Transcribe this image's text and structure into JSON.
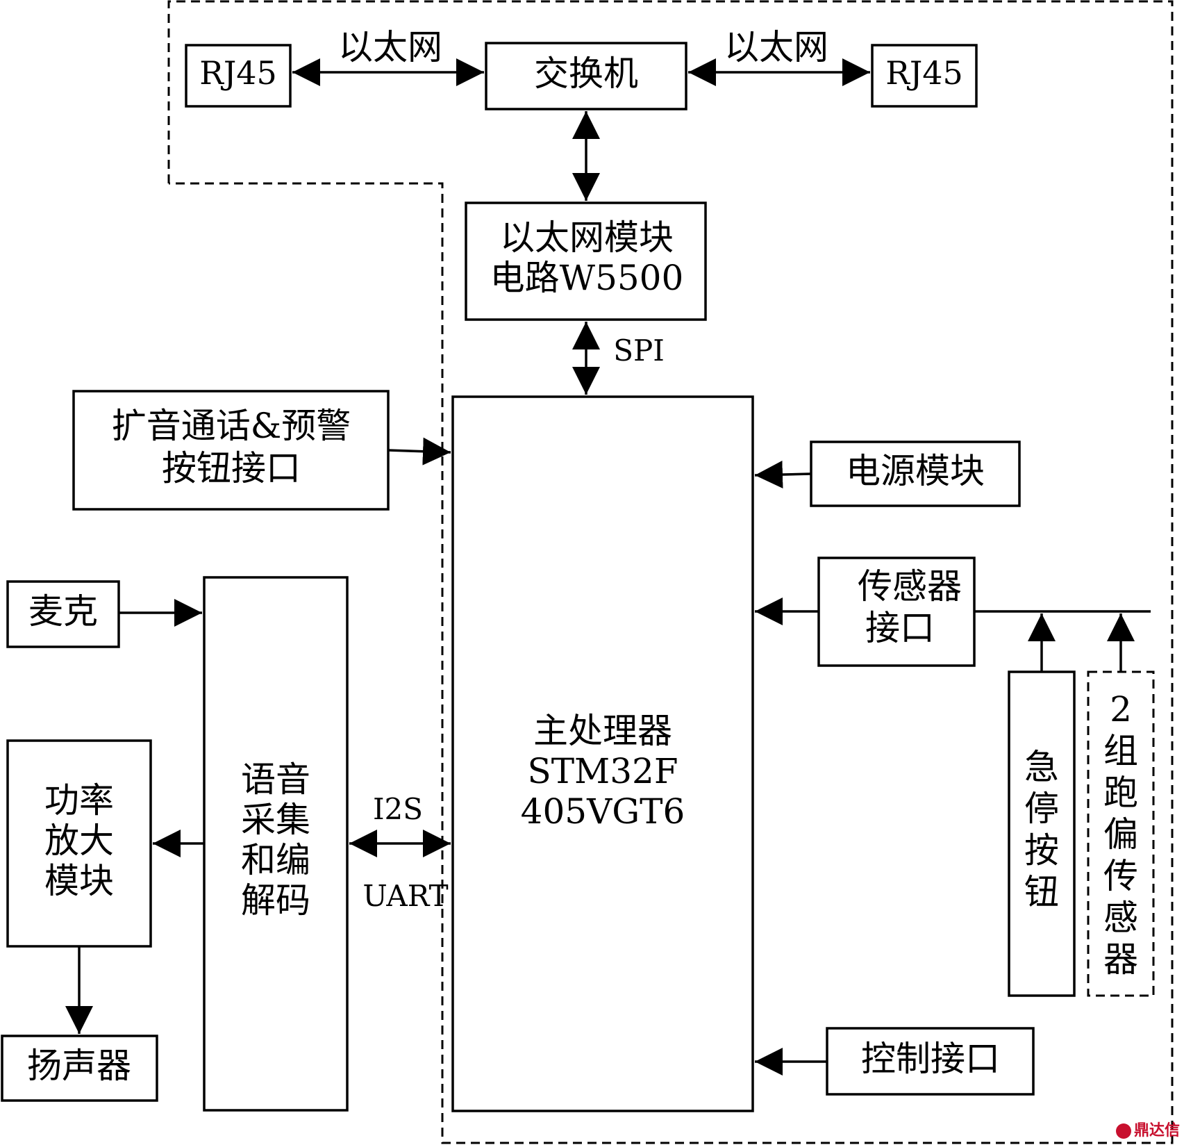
{
  "boxes": {
    "rj45_left": "RJ45",
    "switch": "交换机",
    "rj45_right": "RJ45",
    "eth_module": [
      "以太网模块",
      "电路W5500"
    ],
    "broadcast": [
      "扩音通话&预警",
      "按钮接口"
    ],
    "power": "电源模块",
    "sensor_if": [
      "传感器",
      "接口"
    ],
    "mic": "麦克",
    "voice_codec": [
      "语音",
      "采集",
      "和编",
      "解码"
    ],
    "amp": [
      "功率",
      "放大",
      "模块"
    ],
    "speaker": "扬声器",
    "cpu": [
      "主处理器",
      "STM32F",
      "405VGT6"
    ],
    "estop": [
      "急",
      "停",
      "按",
      "钮"
    ],
    "deviation": [
      "2",
      "组",
      "跑",
      "偏",
      "传",
      "感",
      "器"
    ],
    "control_if": "控制接口"
  },
  "links": {
    "ethernet_left": "以太网",
    "ethernet_right": "以太网",
    "spi": "SPI",
    "i2s": "I2S",
    "uart": "UART"
  },
  "watermark": "鼎达信"
}
